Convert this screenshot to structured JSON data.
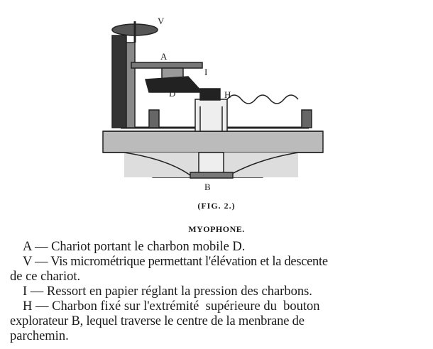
{
  "figure": {
    "labels": {
      "V": "V",
      "A": "A",
      "I": "I",
      "D": "D",
      "H": "H",
      "B": "B"
    },
    "caption": "(FIG. 2.)",
    "title": "MYOPHONE."
  },
  "legend": [
    "A — Chariot portant le charbon mobile D.",
    "V — Vis micrométrique permettant l'élévation et la descente",
    "de ce chariot.",
    "I — Ressort en papier réglant la pression des charbons.",
    "H — Charbon fixé sur l'extrémité  supérieure du  bouton",
    "explorateur B, lequel traverse le centre de la menbrane de",
    "parchemin."
  ]
}
